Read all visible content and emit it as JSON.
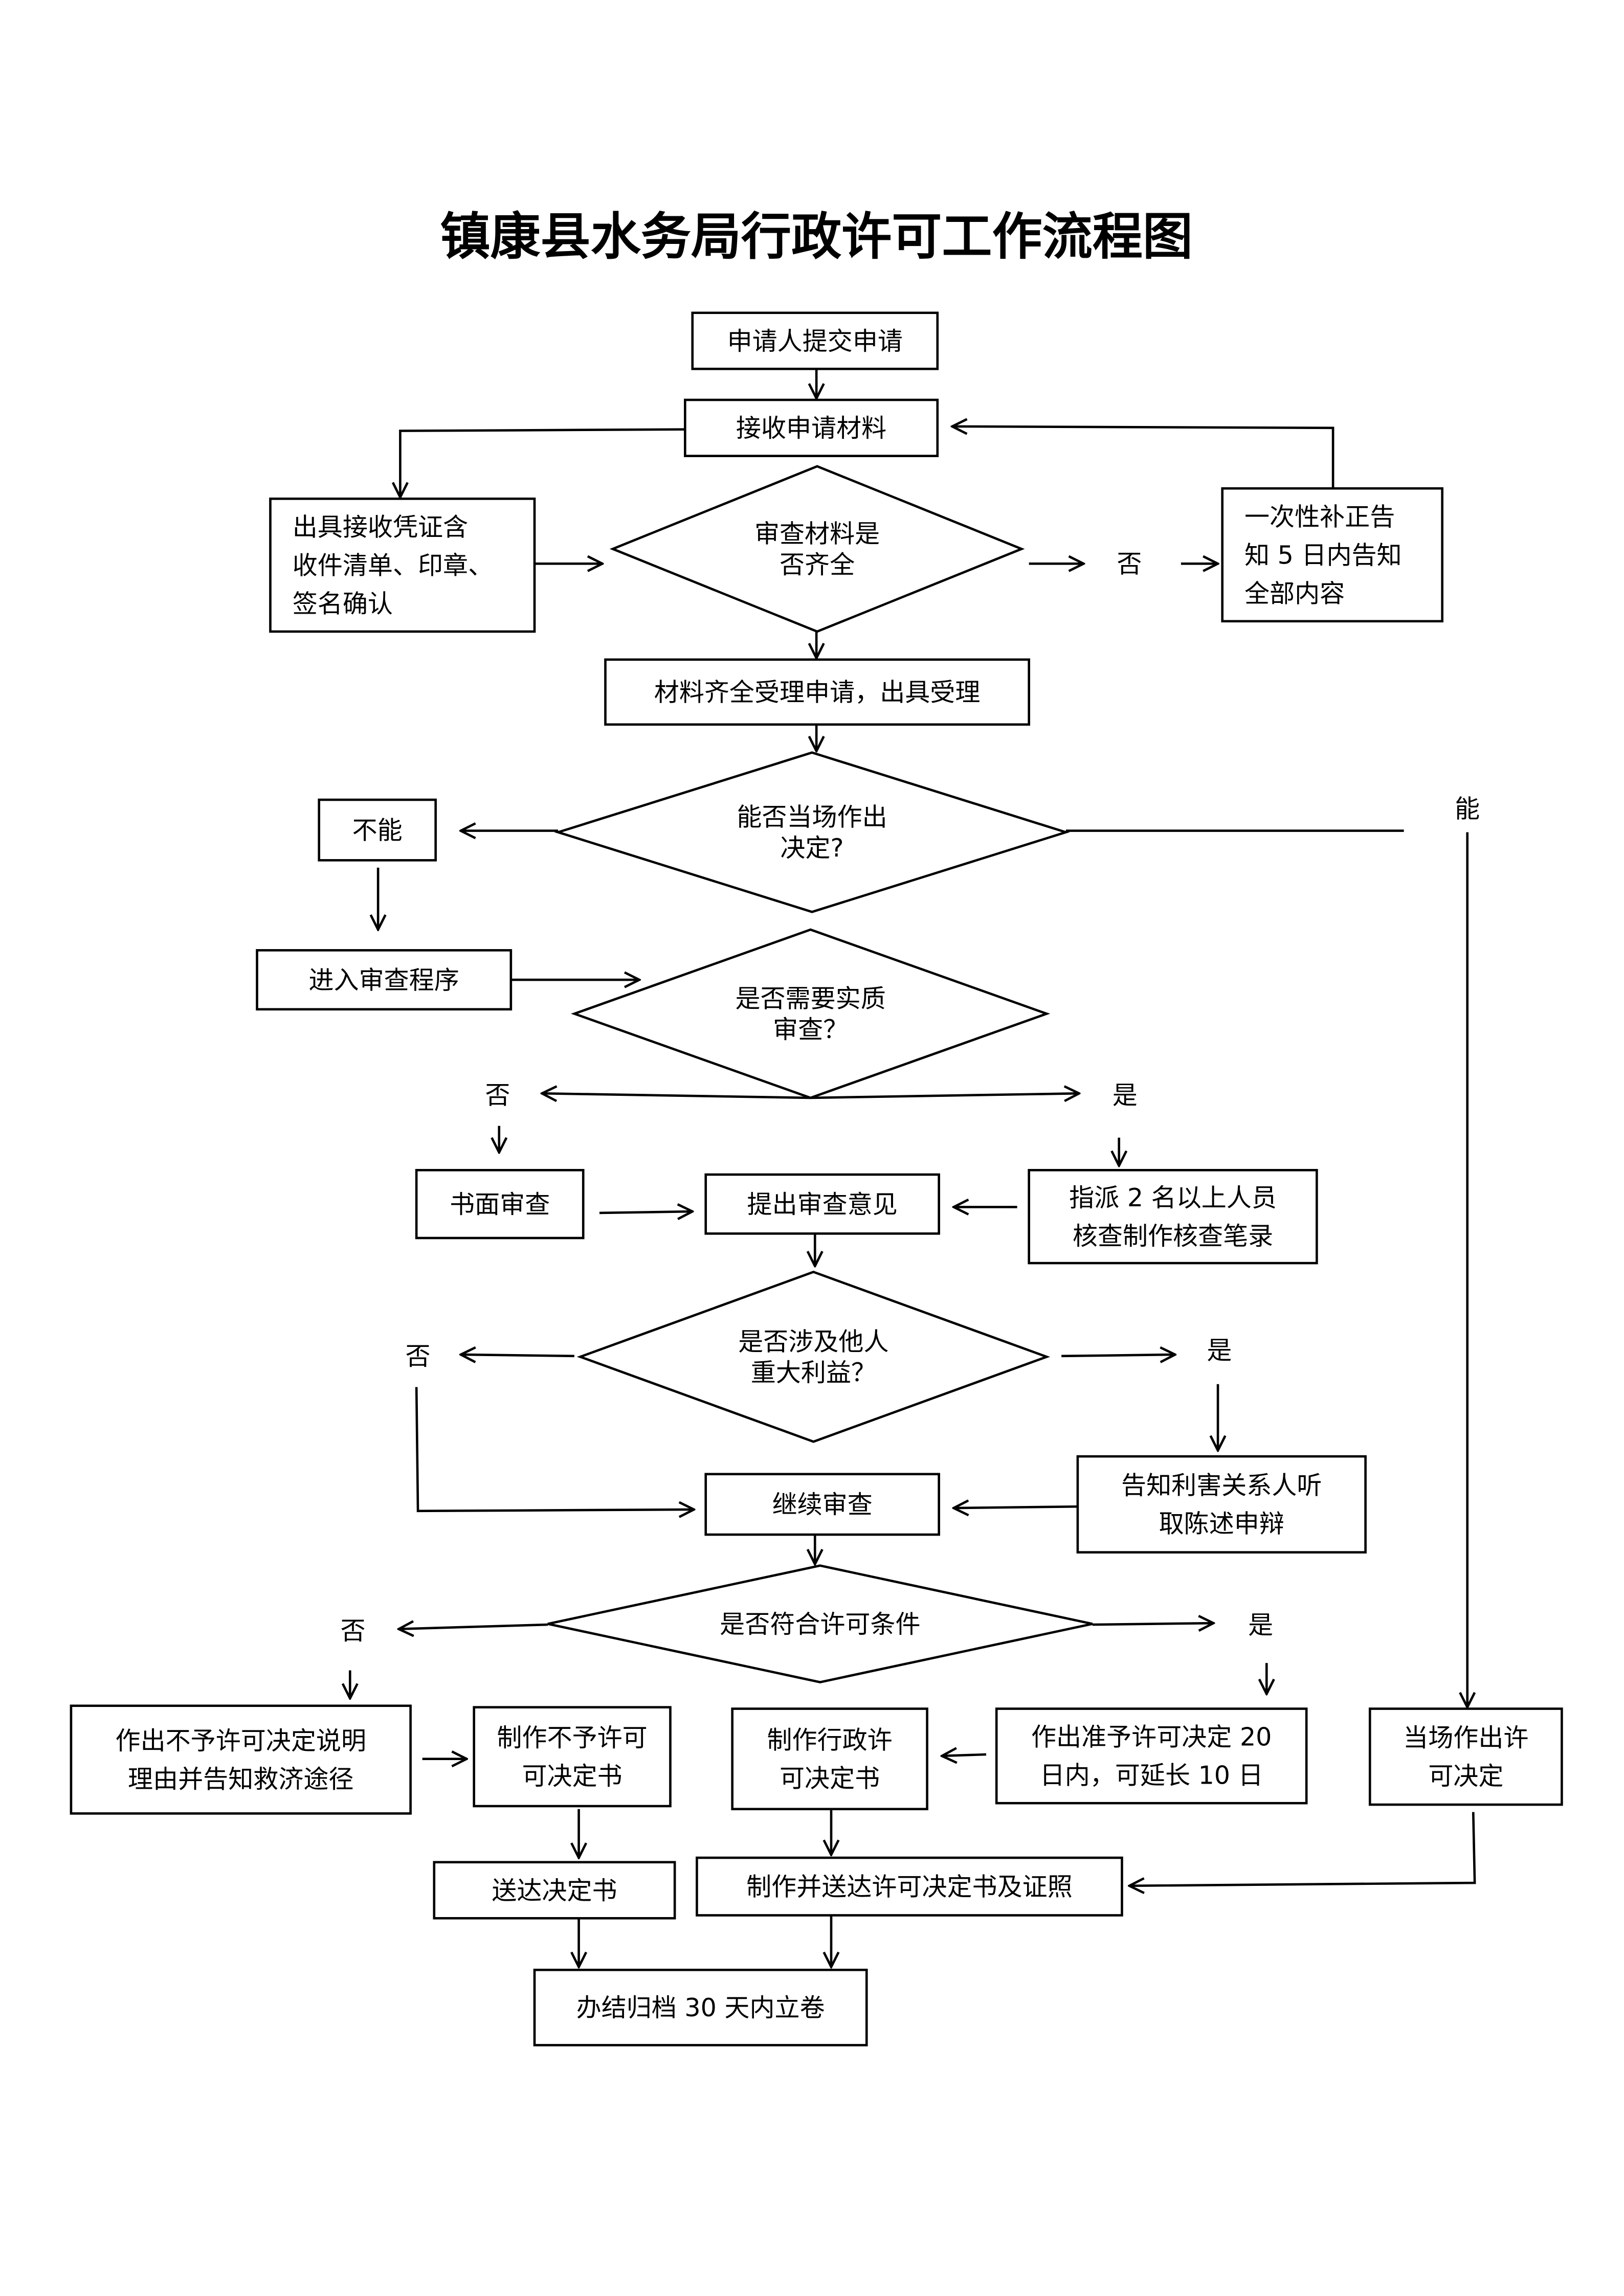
{
  "title": "镇康县水务局行政许可工作流程图",
  "nodes": [
    {
      "id": "submit",
      "shape": "rect",
      "lines": [
        "申请人提交申请"
      ]
    },
    {
      "id": "receive",
      "shape": "rect",
      "lines": [
        "接收申请材料"
      ]
    },
    {
      "id": "voucher",
      "shape": "rect",
      "lines": [
        "出具接收凭证含",
        "收件清单、印章、",
        "签名确认"
      ]
    },
    {
      "id": "check_complete",
      "shape": "diamond",
      "lines": [
        "审查材料是",
        "否齐全"
      ]
    },
    {
      "id": "supplement",
      "shape": "rect",
      "lines": [
        "一次性补正告",
        "知 5 日内告知",
        "全部内容"
      ]
    },
    {
      "id": "accept",
      "shape": "rect",
      "lines": [
        "材料齐全受理申请，出具受理"
      ]
    },
    {
      "id": "onsite",
      "shape": "diamond",
      "lines": [
        "能否当场作出",
        "决定?"
      ]
    },
    {
      "id": "cannot",
      "shape": "rect",
      "lines": [
        "不能"
      ]
    },
    {
      "id": "enter_review",
      "shape": "rect",
      "lines": [
        "进入审查程序"
      ]
    },
    {
      "id": "substantive",
      "shape": "diamond",
      "lines": [
        "是否需要实质",
        "审查？"
      ]
    },
    {
      "id": "written_review",
      "shape": "rect",
      "lines": [
        "书面审查"
      ]
    },
    {
      "id": "opinion",
      "shape": "rect",
      "lines": [
        "提出审查意见"
      ]
    },
    {
      "id": "assign",
      "shape": "rect",
      "lines": [
        "指派 2 名以上人员",
        "核查制作核查笔录"
      ]
    },
    {
      "id": "interest",
      "shape": "diamond",
      "lines": [
        "是否涉及他人",
        "重大利益？"
      ]
    },
    {
      "id": "continue",
      "shape": "rect",
      "lines": [
        "继续审查"
      ]
    },
    {
      "id": "notify",
      "shape": "rect",
      "lines": [
        "告知利害关系人听",
        "取陈述申辩"
      ]
    },
    {
      "id": "conditions",
      "shape": "diamond",
      "lines": [
        "是否符合许可条件"
      ]
    },
    {
      "id": "deny_reason",
      "shape": "rect",
      "lines": [
        "作出不予许可决定说明",
        "理由并告知救济途径"
      ]
    },
    {
      "id": "deny_doc",
      "shape": "rect",
      "lines": [
        "制作不予许可",
        "可决定书"
      ]
    },
    {
      "id": "permit_doc",
      "shape": "rect",
      "lines": [
        "制作行政许",
        "可决定书"
      ]
    },
    {
      "id": "grant",
      "shape": "rect",
      "lines": [
        "作出准予许可决定 20",
        "日内，可延长 10 日"
      ]
    },
    {
      "id": "onsite_grant",
      "shape": "rect",
      "lines": [
        "当场作出许",
        "可决定"
      ]
    },
    {
      "id": "deliver",
      "shape": "rect",
      "lines": [
        "送达决定书"
      ]
    },
    {
      "id": "deliver_cert",
      "shape": "rect",
      "lines": [
        "制作并送达许可决定书及证照"
      ]
    },
    {
      "id": "archive",
      "shape": "rect",
      "lines": [
        "办结归档 30 天内立卷"
      ]
    }
  ],
  "labels": {
    "complete_no": "否",
    "onsite_yes": "能",
    "substantive_no": "否",
    "substantive_yes": "是",
    "interest_no": "否",
    "interest_yes": "是",
    "conditions_no": "否",
    "conditions_yes": "是"
  }
}
